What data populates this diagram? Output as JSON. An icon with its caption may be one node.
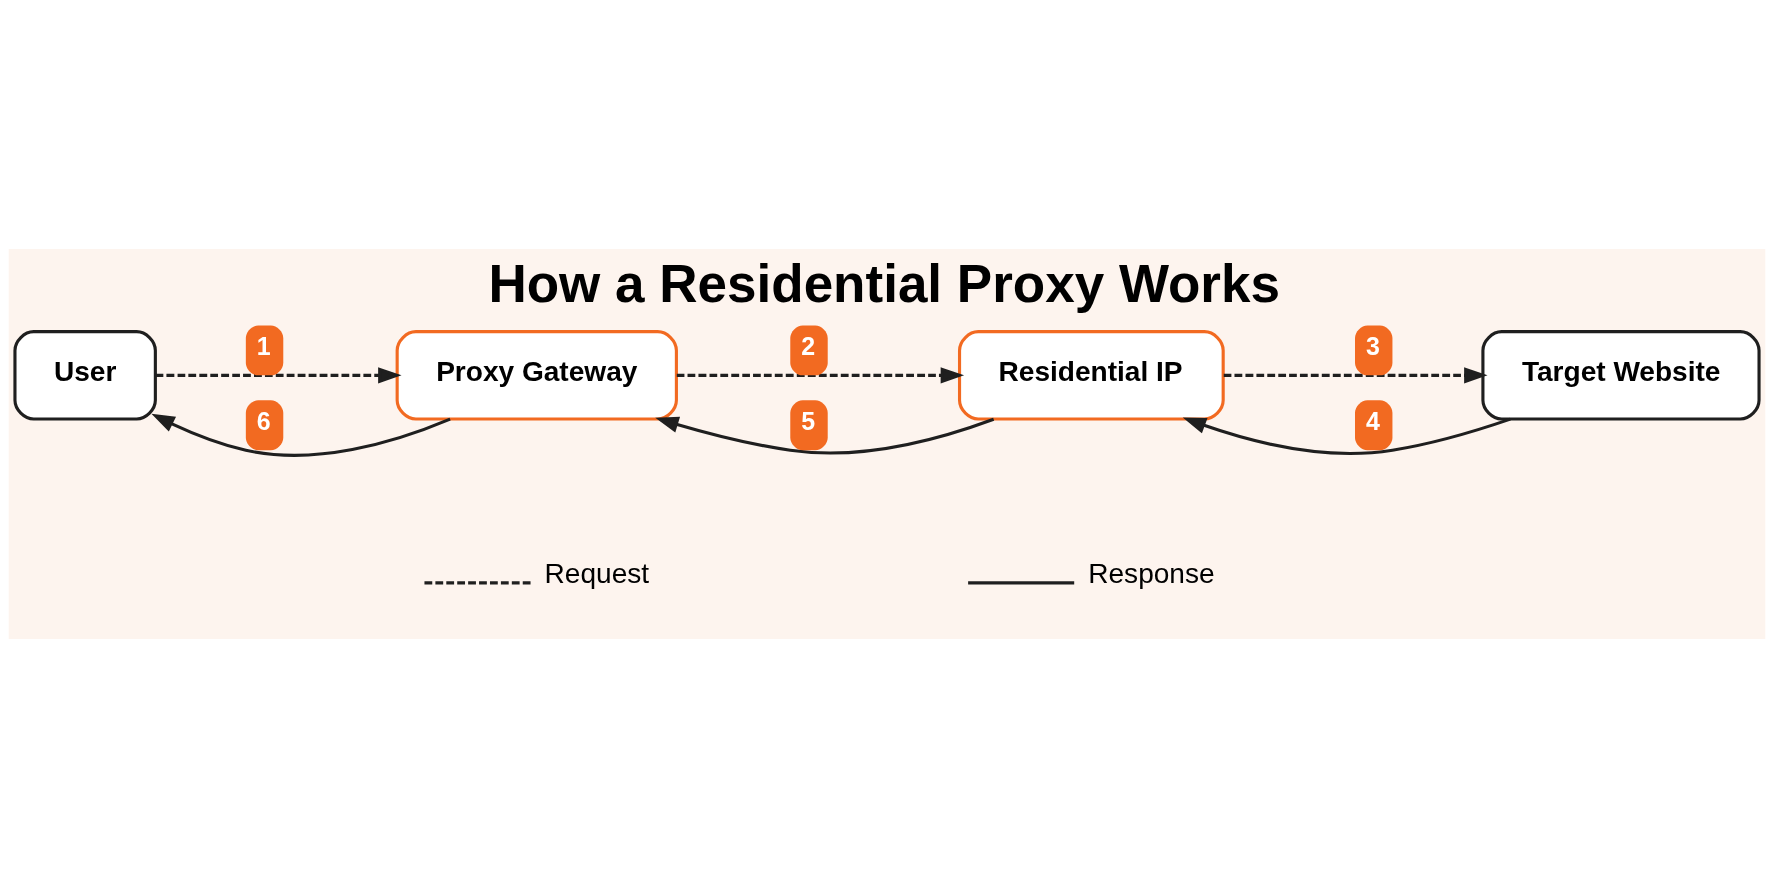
{
  "diagram": {
    "title": "How a Residential Proxy Works",
    "nodes": [
      {
        "text": [
          "User"
        ]
      },
      {
        "text": [
          "Proxy Gateway"
        ]
      },
      {
        "text": [
          "Residential IP"
        ]
      },
      {
        "text": [
          "Target Website"
        ]
      }
    ],
    "edges": [
      {
        "from": 0,
        "to": 1,
        "arrow": "to",
        "label": "1",
        "style": "dashed"
      },
      {
        "from": 1,
        "to": 2,
        "arrow": "to",
        "label": "2",
        "style": "dashed"
      },
      {
        "from": 2,
        "to": 3,
        "arrow": "to",
        "label": "3",
        "style": "dashed"
      },
      {
        "from": 3,
        "to": 2,
        "arrow": "to",
        "label": "4"
      },
      {
        "from": 2,
        "to": 1,
        "arrow": "to",
        "label": "5"
      },
      {
        "from": 1,
        "to": 0,
        "arrow": "to",
        "label": "6"
      }
    ],
    "legend": [
      {
        "text": "Request"
      },
      {
        "text": "Response"
      }
    ]
  }
}
